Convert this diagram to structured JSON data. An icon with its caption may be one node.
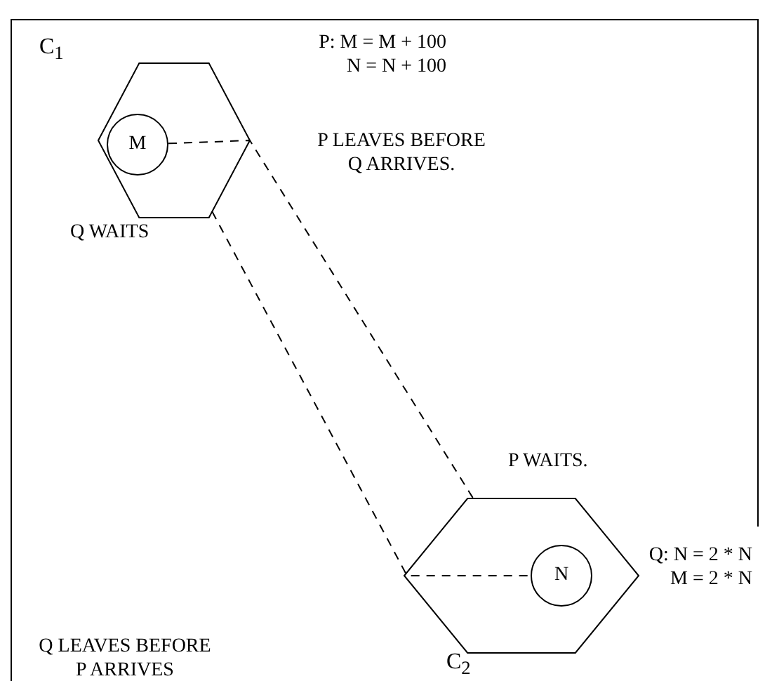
{
  "diagram": {
    "nodes": [
      {
        "text": [],
        "shape": "hexagon",
        "beside": [
          "C$_{1}$"
        ]
      },
      {
        "text": [
          "M"
        ],
        "in": 0
      },
      {
        "text": [],
        "shape": "hexagon",
        "beside": [
          "C$_{2}$"
        ]
      },
      {
        "text": [
          "N"
        ],
        "in": 2
      }
    ],
    "edges": [
      {
        "from": 1,
        "to": 2,
        "arrow": "none",
        "style": "dashed"
      },
      {
        "from": 0,
        "to": 3,
        "arrow": "none",
        "style": "dashed"
      }
    ],
    "labels": [
      "P: M = M + 100 N = N + 100",
      "Q WAITS",
      "P LEAVES BEFORE Q ARRIVES.",
      "P WAITS.",
      "Q: N = 2 * N M = 2 * N",
      "Q LEAVES BEFORE P ARRIVES"
    ]
  }
}
